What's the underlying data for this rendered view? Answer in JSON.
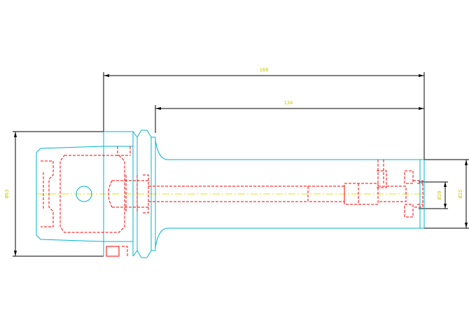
{
  "dimensions": {
    "overall_length": "168",
    "shank_length": "134",
    "flange_diameter": "Ø63",
    "bore_diameter": "Ø20",
    "outer_diameter": "Ø25"
  },
  "colors": {
    "outline": "#00b4cc",
    "hidden": "#ff0000",
    "dimension": "#000000",
    "dim_text": "#c8c800",
    "centerline": "#e6e600"
  }
}
